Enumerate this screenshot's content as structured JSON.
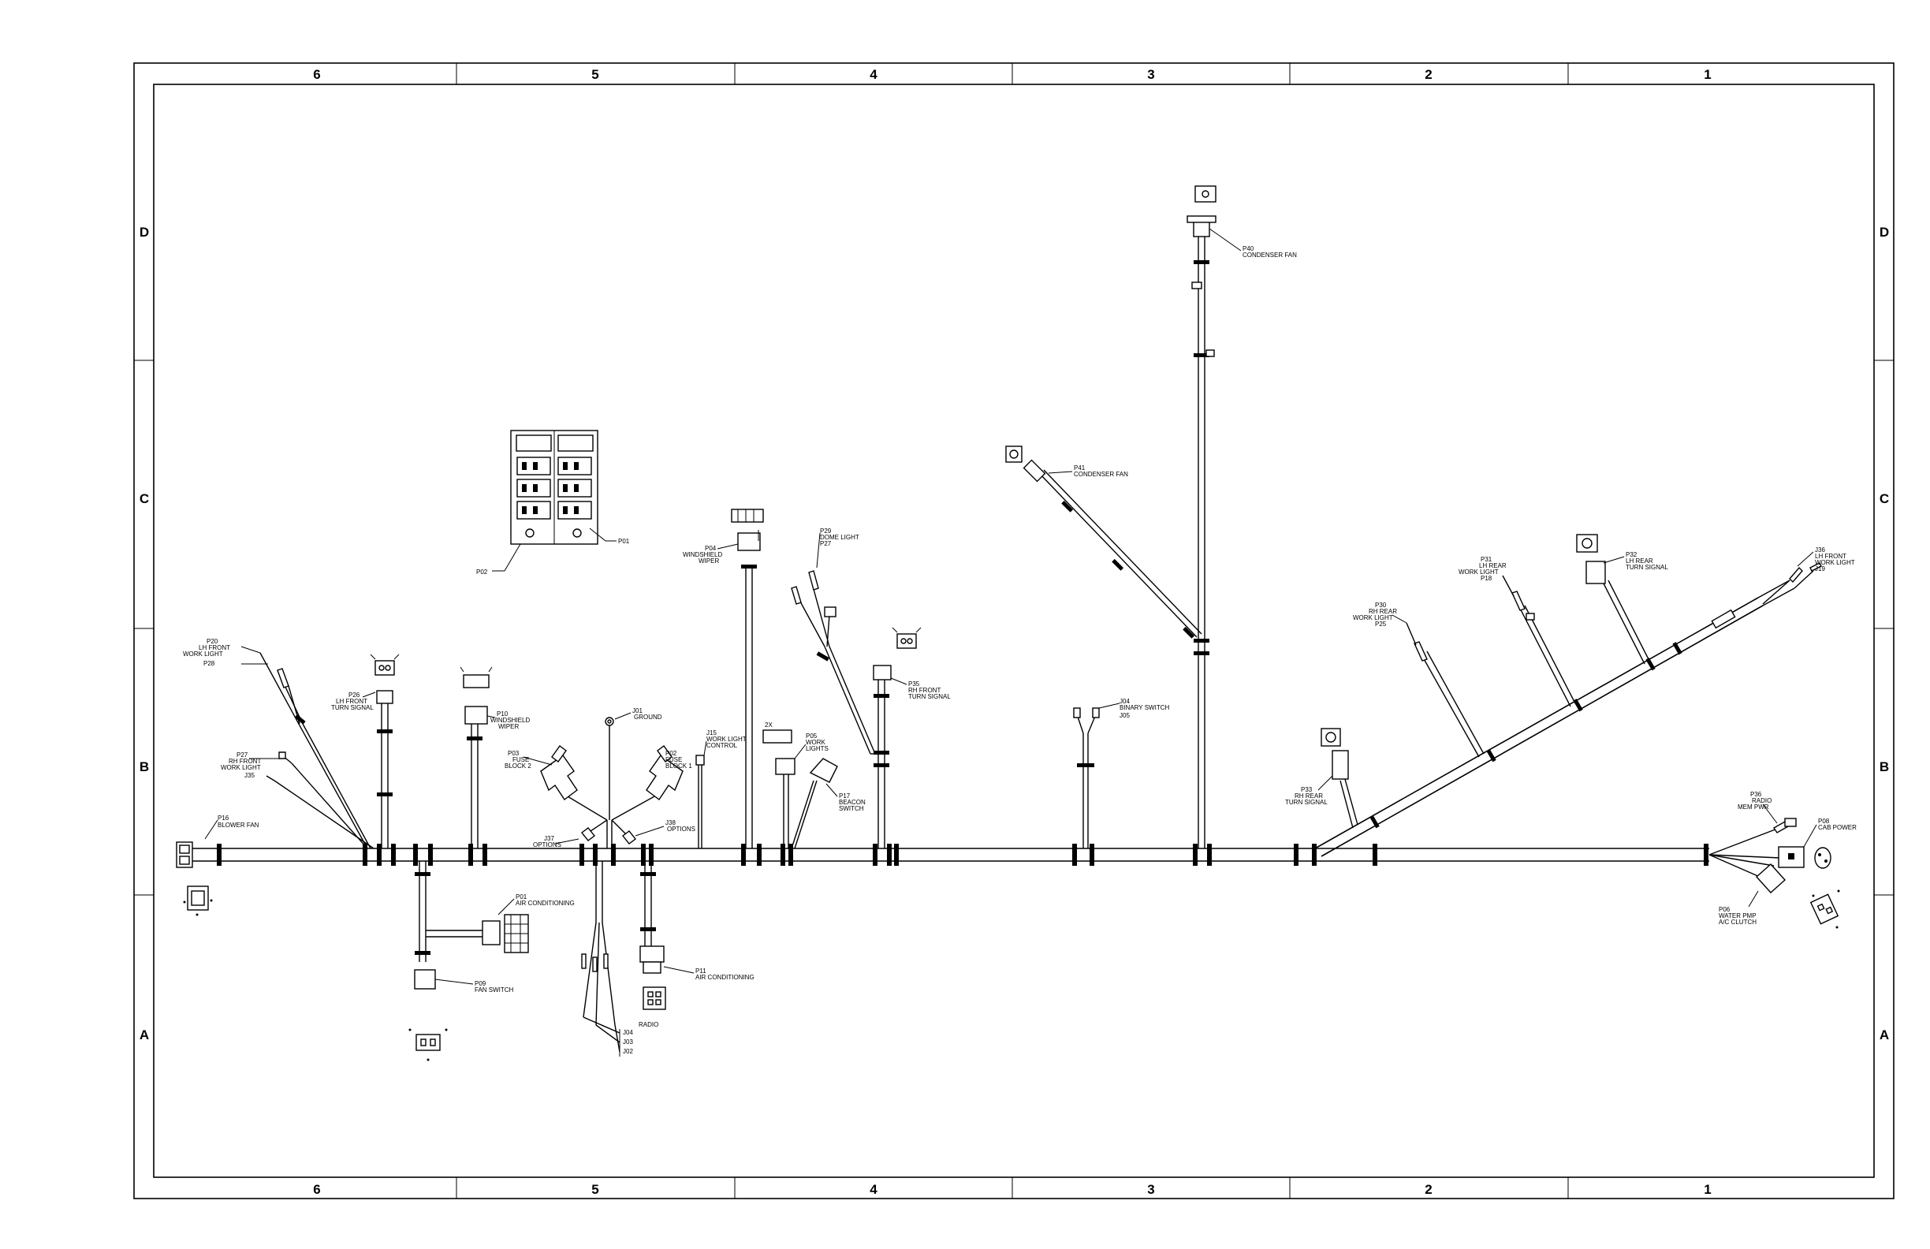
{
  "frame": {
    "columns": [
      "6",
      "5",
      "4",
      "3",
      "2",
      "1"
    ],
    "rows": [
      "D",
      "C",
      "B",
      "A"
    ]
  },
  "labels": {
    "p20": "P20",
    "lh_front_work_light": "LH FRONT",
    "work_light_a": "WORK LIGHT",
    "p28": "P28",
    "p26": "P26",
    "lh_front": "LH FRONT",
    "turn_signal_a": "TURN SIGNAL",
    "p10": "P10",
    "windshield": "WINDSHIELD",
    "wiper_a": "WIPER",
    "p27": "P27",
    "rh_front": "RH FRONT",
    "work_light_b": "WORK LIGHT",
    "j35": "J35",
    "p16": "P16",
    "blower_fan": "BLOWER FAN",
    "p02": "P02",
    "p01": "P01",
    "p03": "P03",
    "fuse": "FUSE",
    "block2": "BLOCK 2",
    "j01": "J01",
    "ground": "GROUND",
    "p02b": "P02",
    "fuse_b": "FUSE",
    "block1": "BLOCK 1",
    "j37": "J37",
    "options_a": "OPTIONS",
    "j38": "J38",
    "options_b": "OPTIONS",
    "p04": "P04",
    "windshield_b": "WINDSHIELD",
    "wiper_b": "WIPER",
    "j15": "J15",
    "work_light": "WORK LIGHT",
    "control": "CONTROL",
    "p29": "P29",
    "dome_light": "DOME LIGHT",
    "p27b": "P27",
    "x2": "2X",
    "p05": "P05",
    "work": "WORK",
    "lights": "LIGHTS",
    "p17": "P17",
    "beacon": "BEACON",
    "switch_a": "SWITCH",
    "p35": "P35",
    "rh_front_b": "RH FRONT",
    "turn_signal_b": "TURN SIGNAL",
    "p41": "P41",
    "condenser_fan_a": "CONDENSER FAN",
    "p40": "P40",
    "condenser_fan_b": "CONDENSER FAN",
    "j04": "J04",
    "binary_switch": "BINARY SWITCH",
    "j05": "J05",
    "p30": "P30",
    "rh_rear": "RH REAR",
    "work_light_c": "WORK LIGHT",
    "p25": "P25",
    "p31": "P31",
    "lh_rear": "LH REAR",
    "work_light_d": "WORK LIGHT",
    "p18": "P18",
    "p32": "P32",
    "lh_rear_b": "LH REAR",
    "turn_signal_c": "TURN SIGNAL",
    "p33": "P33",
    "rh_rear_b": "RH REAR",
    "turn_signal_d": "TURN SIGNAL",
    "j36": "J36",
    "lh_front_c": "LH FRONT",
    "work_light_e": "WORK LIGHT",
    "j19": "J19",
    "p36": "P36",
    "radio": "RADIO",
    "mem_pwr": "MEM PWR",
    "p08": "P08",
    "cab_power": "CAB POWER",
    "p06": "P06",
    "water_pmp": "WATER PMP",
    "ac_clutch": "A/C CLUTCH",
    "p01b": "P01",
    "air_conditioning_a": "AIR CONDITIONING",
    "p09": "P09",
    "fan_switch": "FAN SWITCH",
    "p11": "P11",
    "air_conditioning_b": "AIR CONDITIONING",
    "j04b": "J04",
    "j03": "J03",
    "j02": "J02",
    "radio_b": "RADIO"
  }
}
